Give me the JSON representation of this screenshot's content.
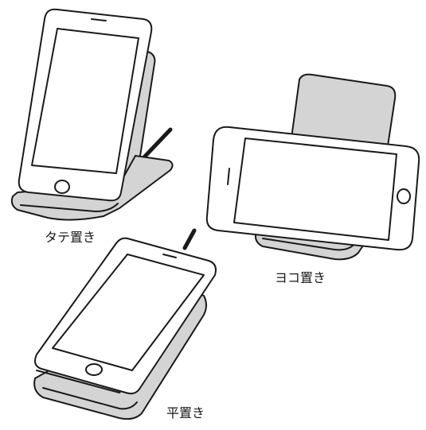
{
  "labels": {
    "portrait": "タテ置き",
    "landscape": "ヨコ置き",
    "flat": "平置き"
  },
  "colors": {
    "base_fill": "#d4d4d4",
    "outline": "#1a1a1a",
    "background": "#ffffff"
  }
}
